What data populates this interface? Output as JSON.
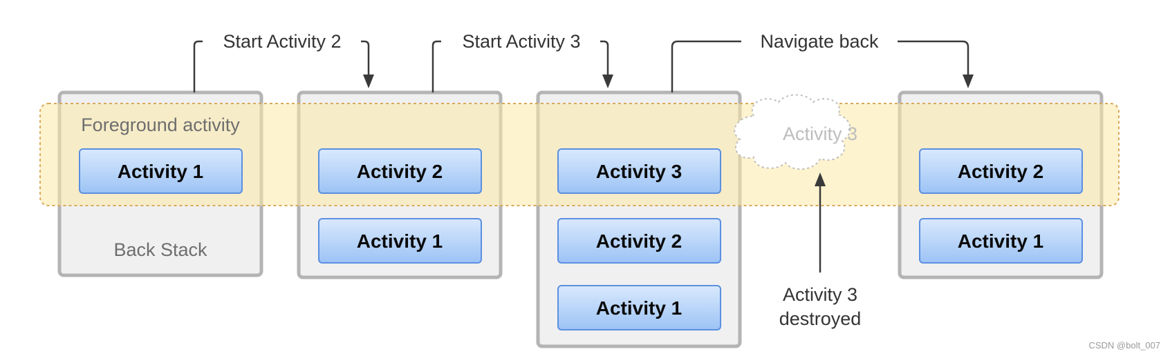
{
  "labels": {
    "foreground": "Foreground activity",
    "back_stack": "Back Stack",
    "start_2": "Start Activity 2",
    "start_3": "Start Activity 3",
    "navigate_back": "Navigate back",
    "ghost": "Activity 3",
    "destroyed_line1": "Activity 3",
    "destroyed_line2": "destroyed",
    "watermark": "CSDN @bolt_007"
  },
  "stacks": [
    {
      "activities": [
        "Activity 1"
      ]
    },
    {
      "activities": [
        "Activity 2",
        "Activity 1"
      ]
    },
    {
      "activities": [
        "Activity 3",
        "Activity 2",
        "Activity 1"
      ]
    },
    {
      "activities": [
        "Activity 2",
        "Activity 1"
      ]
    }
  ],
  "colors": {
    "activity_fill_top": "#d9e9fd",
    "activity_fill_bottom": "#9cc3f5",
    "activity_border": "#5b8fe0",
    "stack_border": "#b4b4b4",
    "foreground_band": "#fbe9a8"
  }
}
